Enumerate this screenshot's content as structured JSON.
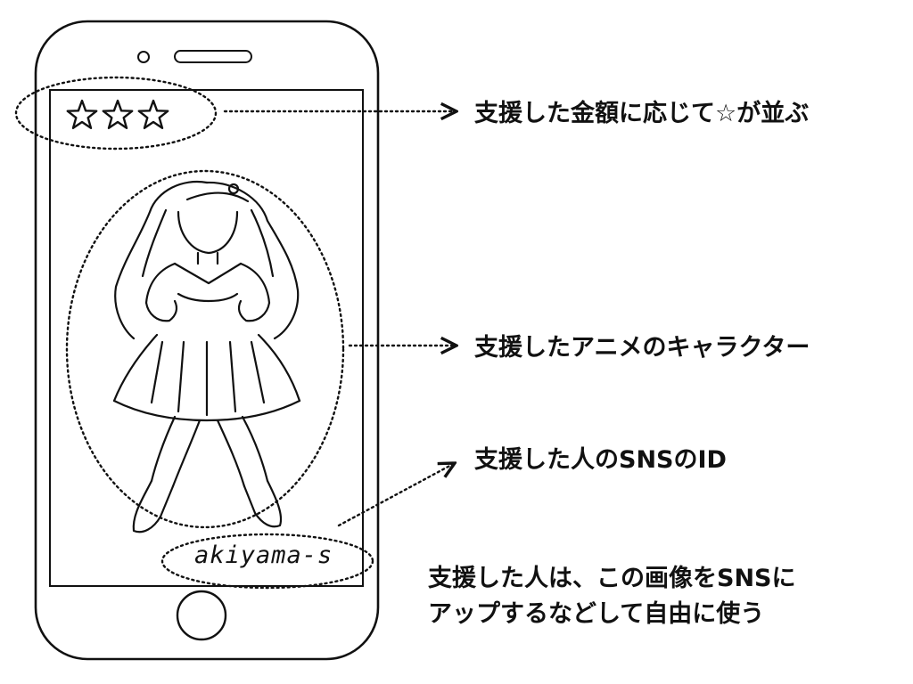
{
  "phone": {
    "star_count": 3,
    "username": "akiyama-s"
  },
  "callouts": {
    "stars": "支援した金額に応じて☆が並ぶ",
    "character": "支援したアニメのキャラクター",
    "sns_id": "支援した人のSNSのID"
  },
  "note": {
    "line1": "支援した人は、この画像をSNSに",
    "line2": "アップするなどして自由に使う"
  },
  "colors": {
    "ink": "#111111",
    "background": "#ffffff"
  }
}
